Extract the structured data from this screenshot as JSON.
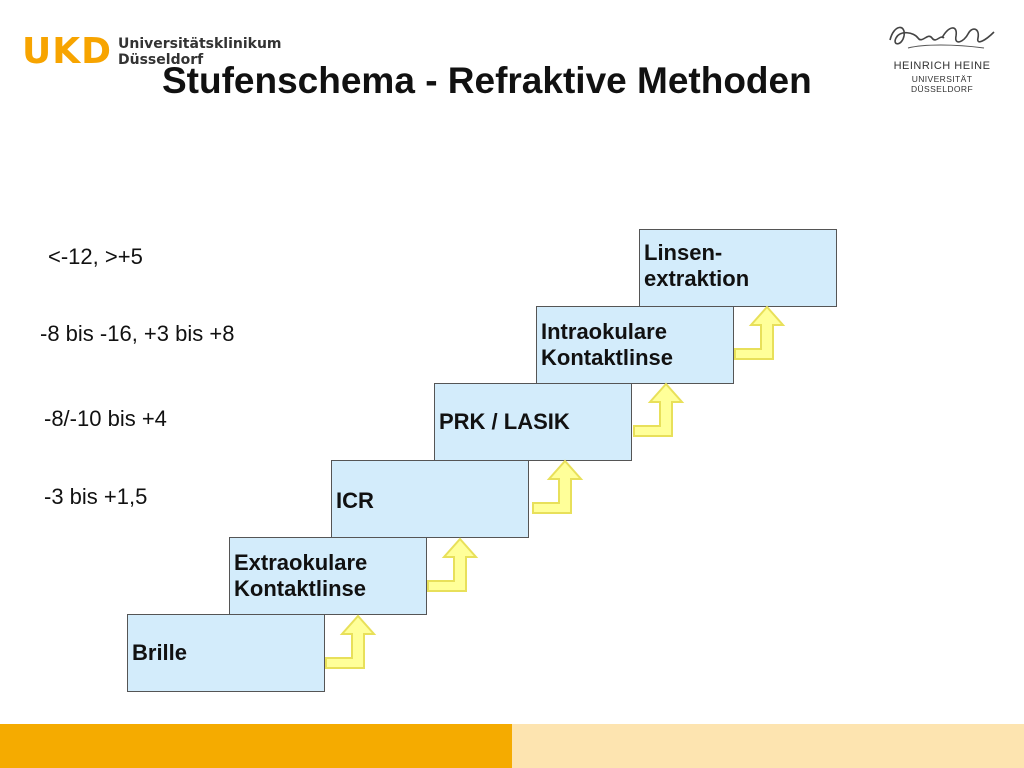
{
  "colors": {
    "brand_orange": "#f7a400",
    "footer_orange": "#f5ab00",
    "footer_light": "#fde4b0",
    "step_fill": "#d3ecfb",
    "arrow_fill": "#ffff99",
    "arrow_stroke": "#e8e05a"
  },
  "header": {
    "ukd_logo": {
      "mark": "UKD",
      "line1": "Universitätsklinikum",
      "line2": "Düsseldorf"
    },
    "title": "Stufenschema - Refraktive Methoden",
    "hhu_logo": {
      "signature": "Heinrich Heine",
      "line1": "HEINRICH HEINE",
      "line2": "UNIVERSITÄT DÜSSELDORF"
    }
  },
  "ranges": [
    {
      "label": "<-12, >+5"
    },
    {
      "label": "-8 bis -16, +3 bis +8"
    },
    {
      "label": "-8/-10 bis +4"
    },
    {
      "label": "-3 bis +1,5"
    }
  ],
  "steps": [
    {
      "label": "Brille"
    },
    {
      "label": "Extraokulare\nKontaktlinse"
    },
    {
      "label": "ICR"
    },
    {
      "label": "PRK / LASIK"
    },
    {
      "label": "Intraokulare\nKontaktlinse"
    },
    {
      "label": "Linsen-\nextraktion"
    }
  ],
  "arrow_icon": "step-up-arrow-icon"
}
